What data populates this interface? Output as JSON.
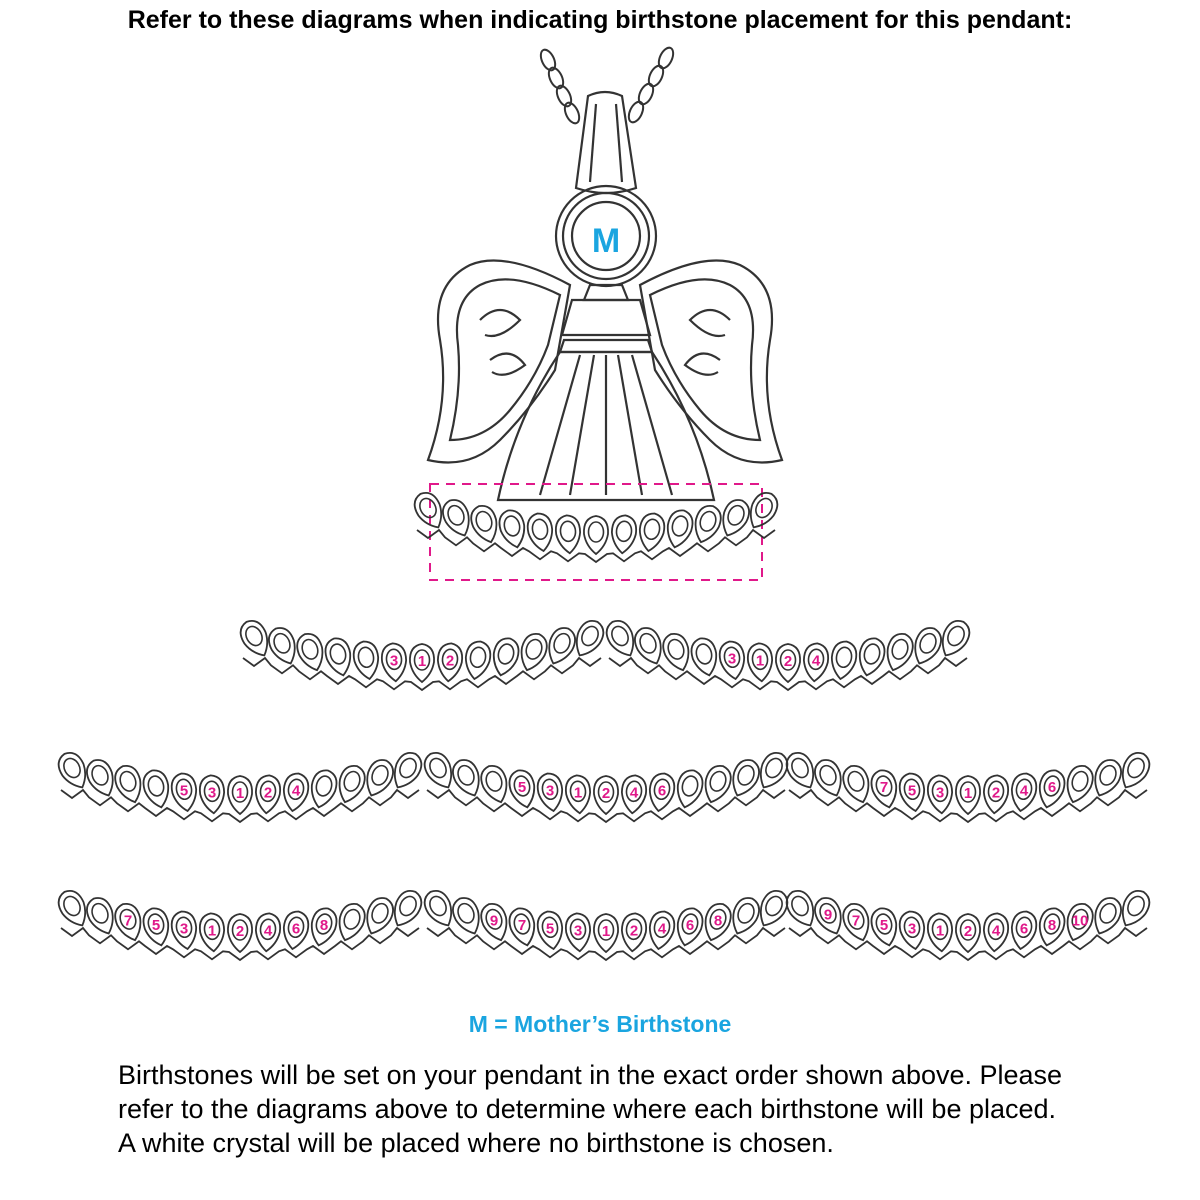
{
  "title": "Refer to these diagrams when indicating birthstone placement for this pendant:",
  "mother_marker": "M",
  "legend": "M = Mother’s Birthstone",
  "note": "Birthstones will be set on your pendant in the exact order shown above. Please refer to the diagrams above to determine where each birthstone will be placed. A white crystal will be placed where no birthstone is chosen.",
  "colors": {
    "mother": "#1aa5e0",
    "stone_number": "#e0198a",
    "outline": "#333333",
    "dashed_box": "#e0198a"
  },
  "diagrams": [
    {
      "stones": 3,
      "positions": [
        "3",
        "1",
        "2"
      ]
    },
    {
      "stones": 4,
      "positions": [
        "3",
        "1",
        "2",
        "4"
      ]
    },
    {
      "stones": 5,
      "positions": [
        "5",
        "3",
        "1",
        "2",
        "4"
      ]
    },
    {
      "stones": 6,
      "positions": [
        "5",
        "3",
        "1",
        "2",
        "4",
        "6"
      ]
    },
    {
      "stones": 7,
      "positions": [
        "7",
        "5",
        "3",
        "1",
        "2",
        "4",
        "6"
      ]
    },
    {
      "stones": 8,
      "positions": [
        "7",
        "5",
        "3",
        "1",
        "2",
        "4",
        "6",
        "8"
      ]
    },
    {
      "stones": 9,
      "positions": [
        "9",
        "7",
        "5",
        "3",
        "1",
        "2",
        "4",
        "6",
        "8"
      ]
    },
    {
      "stones": 10,
      "positions": [
        "9",
        "7",
        "5",
        "3",
        "1",
        "2",
        "4",
        "6",
        "8",
        "10"
      ]
    }
  ]
}
